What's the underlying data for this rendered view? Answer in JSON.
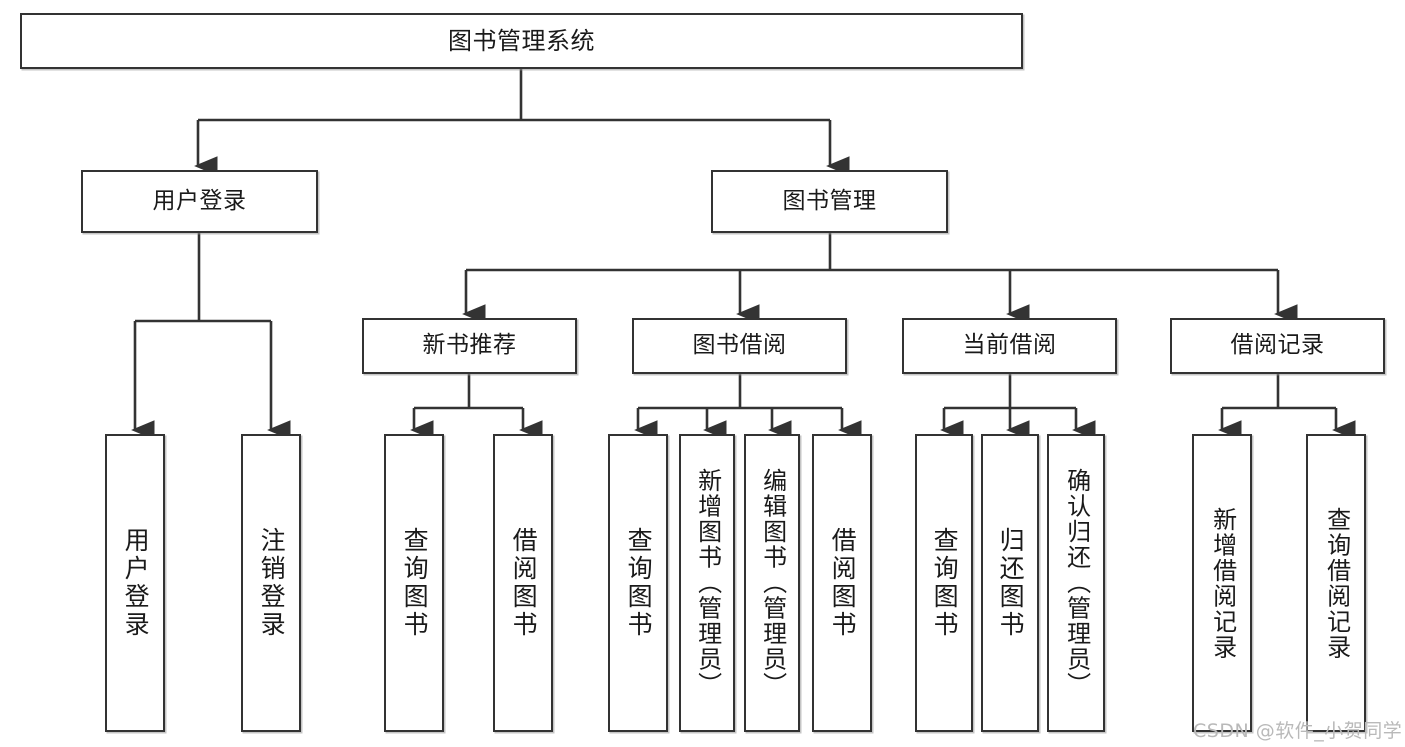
{
  "diagram": {
    "type": "tree",
    "title": "图书管理系统",
    "root": {
      "id": "root",
      "label": "图书管理系统"
    },
    "level1": [
      {
        "id": "user-login",
        "label": "用户登录"
      },
      {
        "id": "book-manage",
        "label": "图书管理"
      }
    ],
    "level2": [
      {
        "id": "new-book-recommend",
        "label": "新书推荐",
        "parent": "book-manage"
      },
      {
        "id": "book-borrow",
        "label": "图书借阅",
        "parent": "book-manage"
      },
      {
        "id": "current-borrow",
        "label": "当前借阅",
        "parent": "book-manage"
      },
      {
        "id": "borrow-record",
        "label": "借阅记录",
        "parent": "book-manage"
      }
    ],
    "leaves": [
      {
        "id": "leaf-user-login",
        "label": "用户登录",
        "parent": "user-login"
      },
      {
        "id": "leaf-logout",
        "label": "注销登录",
        "parent": "user-login"
      },
      {
        "id": "leaf-query-book-1",
        "label": "查询图书",
        "parent": "new-book-recommend"
      },
      {
        "id": "leaf-borrow-book-1",
        "label": "借阅图书",
        "parent": "new-book-recommend"
      },
      {
        "id": "leaf-query-book-2",
        "label": "查询图书",
        "parent": "book-borrow"
      },
      {
        "id": "leaf-add-book",
        "label": "新增图书（管理员）",
        "parent": "book-borrow"
      },
      {
        "id": "leaf-edit-book",
        "label": "编辑图书（管理员）",
        "parent": "book-borrow"
      },
      {
        "id": "leaf-borrow-book-2",
        "label": "借阅图书",
        "parent": "book-borrow"
      },
      {
        "id": "leaf-query-book-3",
        "label": "查询图书",
        "parent": "current-borrow"
      },
      {
        "id": "leaf-return-book",
        "label": "归还图书",
        "parent": "current-borrow"
      },
      {
        "id": "leaf-confirm-return",
        "label": "确认归还（管理员）",
        "parent": "current-borrow"
      },
      {
        "id": "leaf-add-record",
        "label": "新增借阅记录",
        "parent": "borrow-record"
      },
      {
        "id": "leaf-query-record",
        "label": "查询借阅记录",
        "parent": "borrow-record"
      }
    ],
    "colors": {
      "box_border": "#333333",
      "box_fill": "#ffffff",
      "connector": "#333333",
      "text": "#1a1a1a",
      "watermark": "#b9b9b9"
    }
  },
  "watermark": {
    "text": "CSDN @软件_小贺同学"
  }
}
